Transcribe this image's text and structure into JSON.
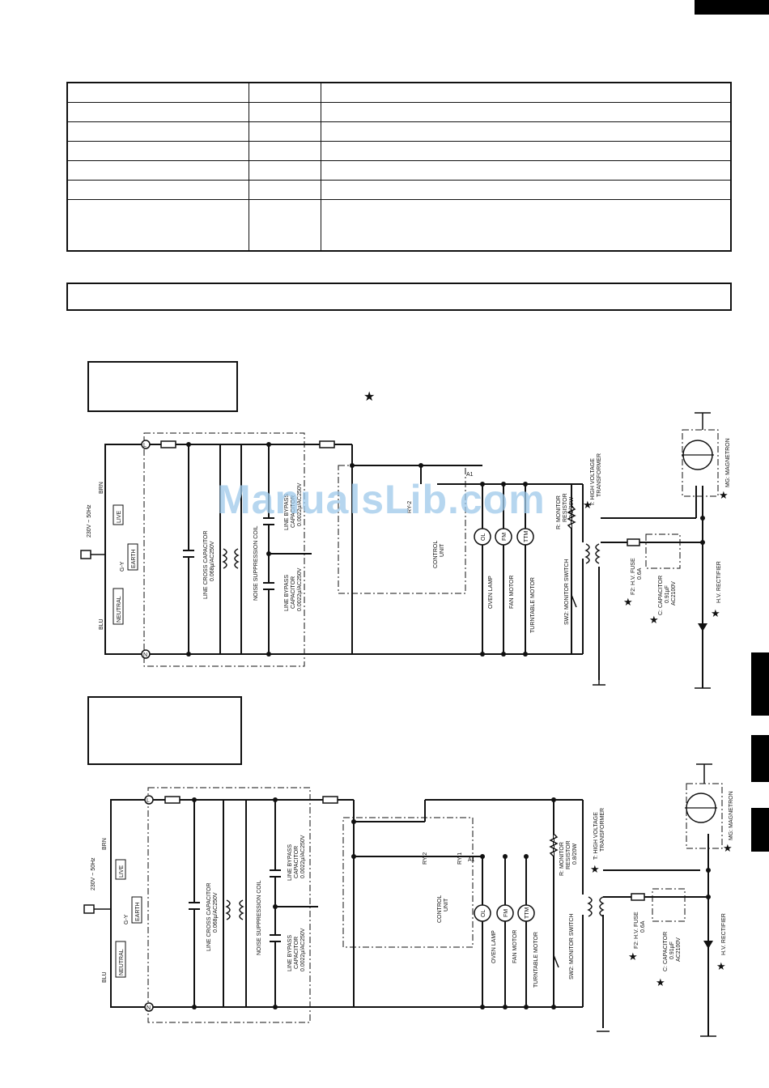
{
  "watermark": "ManualsLib.com",
  "star_symbol": "★",
  "diagram1": {
    "labels": {
      "live_terminal": "L",
      "neutral_terminal": "N",
      "supply": "230V ~ 50Hz",
      "brn": "BRN",
      "blu": "BLU",
      "live": "LIVE",
      "earth": "EARTH",
      "gy": "G-Y",
      "neutral": "NEUTRAL",
      "line_cross_cap": "LINE CROSS CAPACITOR",
      "line_cross_cap_val": "0.068µ/AC250V",
      "noise_coil": "NOISE SUPPRESSION COIL",
      "bypass_top": "LINE BYPASS",
      "bypass_top_2": "CAPACITOR",
      "bypass_top_val": "0.0022µ/AC250V",
      "bypass_bot": "LINE BYPASS",
      "bypass_bot_2": "CAPACITOR",
      "bypass_bot_val": "0.0022µ/AC250V",
      "ry2": "RY-2",
      "a1": "A1",
      "control": "CONTROL",
      "unit": "UNIT",
      "ol": "OL",
      "fm": "FM",
      "ttm": "TTM",
      "oven_lamp": "OVEN LAMP",
      "fan_motor": "FAN MOTOR",
      "turntable_motor": "TURNTABLE MOTOR",
      "resistor_1": "R: MONITOR",
      "resistor_2": "RESISTOR",
      "resistor_3": "0.8/20W",
      "monitor_switch": "SW2: MONITOR SWITCH",
      "transformer_1": "T: HIGH VOLTAGE",
      "transformer_2": "TRANSFORMER",
      "fuse_1": "F2: H.V. FUSE",
      "fuse_2": "0.6A",
      "cap_1": "C: CAPACITOR",
      "cap_2": "0.91µF",
      "cap_3": "AC2100V",
      "magnetron": "MG: MAGNETRON",
      "rectifier": "H.V. RECTIFIER"
    }
  },
  "diagram2": {
    "labels": {
      "live_terminal": "L",
      "neutral_terminal": "N",
      "supply": "230V ~ 50Hz",
      "brn": "BRN",
      "blu": "BLU",
      "live": "LIVE",
      "earth": "EARTH",
      "gy": "G-Y",
      "neutral": "NEUTRAL",
      "line_cross_cap": "LINE CROSS CAPACITOR",
      "line_cross_cap_val": "0.068µ/AC250V",
      "noise_coil": "NOISE SUPPRESSION COIL",
      "bypass_top": "LINE BYPASS",
      "bypass_top_2": "CAPACITOR",
      "bypass_top_val": "0.0022µ/AC250V",
      "bypass_bot": "LINE BYPASS",
      "bypass_bot_2": "CAPACITOR",
      "bypass_bot_val": "0.0022µ/AC250V",
      "ry2": "RY-2",
      "ry1": "RY-1",
      "a1": "A1",
      "control": "CONTROL",
      "unit": "UNIT",
      "ol": "OL",
      "fm": "FM",
      "ttm": "TTM",
      "oven_lamp": "OVEN LAMP",
      "fan_motor": "FAN MOTOR",
      "turntable_motor": "TURNTABLE MOTOR",
      "resistor_1": "R: MONITOR",
      "resistor_2": "RESISTOR",
      "resistor_3": "0.8/20W",
      "monitor_switch": "SW2: MONITOR SWITCH",
      "transformer_1": "T: HIGH VOLTAGE",
      "transformer_2": "TRANSFORMER",
      "fuse_1": "F2: H.V. FUSE",
      "fuse_2": "0.6A",
      "cap_1": "C: CAPACITOR",
      "cap_2": "0.91µF",
      "cap_3": "AC2100V",
      "magnetron": "MG: MAGNETRON",
      "rectifier": "H.V. RECTIFIER"
    }
  }
}
